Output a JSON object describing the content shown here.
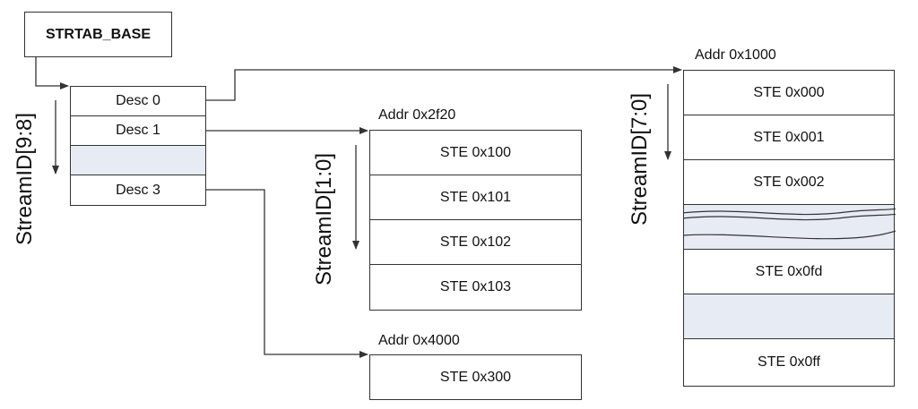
{
  "strtab_base": {
    "label": "STRTAB_BASE"
  },
  "level1": {
    "axis_label": "StreamID[9:8]",
    "descriptors": [
      "Desc 0",
      "Desc 1",
      "",
      "Desc 3"
    ]
  },
  "table_0x2f20": {
    "address": "Addr 0x2f20",
    "axis_label": "StreamID[1:0]",
    "entries": [
      "STE 0x100",
      "STE 0x101",
      "STE 0x102",
      "STE 0x103"
    ]
  },
  "table_0x4000": {
    "address": "Addr 0x4000",
    "entries": [
      "STE 0x300"
    ]
  },
  "table_0x1000": {
    "address": "Addr 0x1000",
    "axis_label": "StreamID[7:0]",
    "entries": [
      "STE 0x000",
      "STE 0x001",
      "STE 0x002",
      "",
      "STE 0x0fd",
      "",
      "STE 0x0ff"
    ]
  },
  "colors": {
    "line": "#333333",
    "empty_row": "#e6ebf4"
  }
}
